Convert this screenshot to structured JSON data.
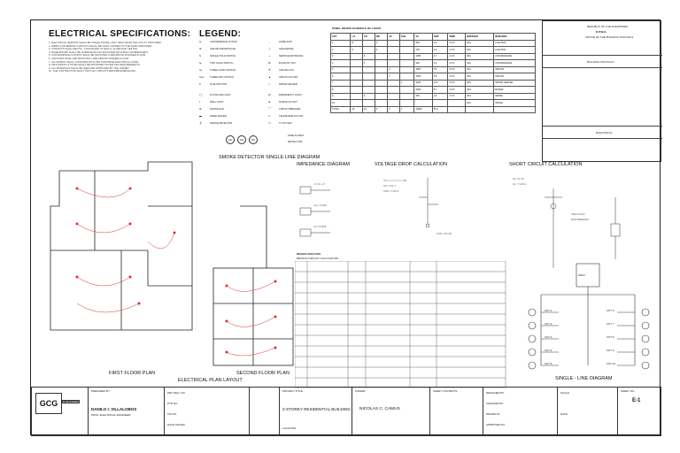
{
  "specs": {
    "title": "ELECTRICAL SPECIFICATIONS:",
    "lines": [
      "1. ELECTRICAL SERVICE SHALL BE SINGLE PHASE, 230V, 60HZ FROM THE UTILITY PROVIDER.",
      "2. WIRES FOR BRANCH CIRCUITS SHALL BE THHN COPPER OF THE SIZES INDICATED.",
      "3. CONDUITS SHALL BE PVC, CONCEALED IN WALLS, SLABS AND CEILING.",
      "4. PANELBOARD SHALL BE SURFACE/FLUSH MOUNTED WITH BOLT-ON BREAKERS.",
      "5. CONVENIENCE OUTLETS SHALL BE MOUNTED 0.30M ABOVE FINISHED FLOOR.",
      "6. SWITCHES SHALL BE MOUNTED 1.40M ABOVE FINISHED FLOOR.",
      "7. ALL WORKS SHALL CONFORM WITH THE PHILIPPINE ELECTRICAL CODE.",
      "8. GROUNDING SYSTEM SHALL BE PROVIDED AS PER PEC REQUIREMENTS.",
      "9. ALL MATERIALS SHALL BE NEW AND APPROVED BY THE OWNER.",
      "10. THE CONTRACTOR SHALL TEST ALL CIRCUITS BEFORE ENERGIZING."
    ]
  },
  "legend": {
    "title": "LEGEND:",
    "left": [
      "CONVENIENCE OUTLET",
      "CEILING RECEPTACLE",
      "SINGLE POLE SWITCH",
      "TWO GANG SWITCH",
      "THREE GANG SWITCH",
      "THREE WAY SWITCH",
      "PUSH BUTTON",
      "FLUSH LED LIGHT",
      "WALL LIGHT",
      "DOWNLIGHT",
      "PANEL BOARD",
      "SMOKE DETECTOR"
    ],
    "right": [
      "HOME RUN",
      "GROUNDING",
      "SERVICE ENTRANCE",
      "EXHAUST FAN",
      "CEILING FAN",
      "AIRCON OUTLET",
      "WATER HEATER",
      "EMERGENCY LIGHT",
      "RANGE OUTLET",
      "CIRCUIT BREAKER",
      "TELEPHONE OUTLET",
      "TV OUTLET"
    ],
    "smoke_symbols": [
      "SD",
      "SD",
      "SD"
    ],
    "smoke_notes": [
      "FIRE ALARM",
      "DETECTOR"
    ]
  },
  "smoke_title": "SMOKE DETECTOR SINGLE LINE DIAGRAM",
  "panel_schedule": {
    "title": "PANEL BOARD SCHEDULE OF LOADS",
    "headers": [
      "CKT",
      "LO",
      "CO",
      "SW",
      "AC",
      "FAN",
      "VA",
      "AMP",
      "WIRE",
      "BREAKER",
      "REMARKS"
    ],
    "rows": [
      [
        "1",
        "8",
        "",
        "2",
        "",
        "",
        "800",
        "3.5",
        "2-3.5",
        "20A",
        "LIGHTING"
      ],
      [
        "2",
        "6",
        "",
        "3",
        "",
        "",
        "700",
        "3.0",
        "2-3.5",
        "20A",
        "LIGHTING"
      ],
      [
        "3",
        "",
        "6",
        "",
        "",
        "",
        "1080",
        "4.7",
        "2-3.5",
        "20A",
        "CONVENIENCE"
      ],
      [
        "4",
        "",
        "5",
        "",
        "",
        "",
        "900",
        "3.9",
        "2-3.5",
        "20A",
        "CONVENIENCE"
      ],
      [
        "5",
        "",
        "",
        "",
        "1",
        "",
        "1500",
        "6.5",
        "2-5.5",
        "30A",
        "AIRCON"
      ],
      [
        "6",
        "",
        "",
        "",
        "1",
        "",
        "1500",
        "6.5",
        "2-5.5",
        "30A",
        "AIRCON"
      ],
      [
        "7",
        "",
        "",
        "",
        "",
        "1",
        "3000",
        "13.0",
        "2-5.5",
        "30A",
        "WATER HEATER"
      ],
      [
        "8",
        "",
        "",
        "",
        "",
        "",
        "2000",
        "8.7",
        "2-5.5",
        "30A",
        "RANGE"
      ],
      [
        "9",
        "",
        "2",
        "",
        "",
        "",
        "360",
        "1.6",
        "2-3.5",
        "20A",
        "SPARE"
      ],
      [
        "10",
        "",
        "",
        "",
        "",
        "",
        "",
        "",
        "",
        "20A",
        "SPACE"
      ],
      [
        "TOTAL",
        "14",
        "13",
        "5",
        "2",
        "1",
        "11840",
        "51.5",
        "",
        "",
        ""
      ]
    ]
  },
  "impedance_title": "IMPEDANCE DIAGRAM",
  "voltage_drop_title": "VOLTAGE DROP CALCULATION",
  "short_circuit_title": "SHORT CIRCUIT CALCULATION",
  "design_analysis": {
    "title": "DESIGN ANALYSIS",
    "subtitle": "BRANCH CIRCUIT CALCULATION"
  },
  "plans": {
    "first_floor": "FIRST FLOOR PLAN",
    "second_floor": "SECOND FLOOR PLAN",
    "layout_title": "ELECTRICAL PLAN LAYOUT"
  },
  "single_line": {
    "title": "SINGLE - LINE DIAGRAM",
    "left_loads": [
      "CKT 1",
      "CKT 2",
      "CKT 3",
      "CKT 4",
      "CKT 5"
    ],
    "right_loads": [
      "CKT 6",
      "CKT 7",
      "CKT 8",
      "CKT 9",
      "CKT 10"
    ],
    "main_label": "MAIN"
  },
  "right_panel": {
    "republic": "REPUBLIC OF THE PHILIPPINES",
    "dpwh": "D.P.W.H.",
    "office": "OFFICE OF THE BUILDING OFFICIALS",
    "building_officials": "BUILDING OFFICIALS",
    "electrical": "ELECTRICAL"
  },
  "title_block": {
    "logo": "GCG",
    "logo_sub": "& associates",
    "prepared_by_label": "PREPARED BY",
    "engineer": "DANILO I. VILLALOBOS",
    "engineer_title": "PROF. ELECTRICAL ENGINEER",
    "prc_label": "PRC REG. NO.",
    "ptr_label": "PTR NO.",
    "tin_label": "TIN NO.",
    "date_issued_label": "DATE ISSUED",
    "project_label": "PROJECT TITLE",
    "project": "2-STOREY RESIDENTIAL BUILDING",
    "location_label": "LOCATION",
    "owner_label": "OWNER",
    "owner": "NICOLAS C. CAMUS",
    "sheet_content_label": "SHEET CONTENTS",
    "sheet_no_label": "SHEET NO.",
    "sheet_no": "E-1",
    "designed_label": "DESIGNED BY",
    "checked_label": "CHECKED BY",
    "drawn_label": "DRAWN BY",
    "approved_label": "APPROVED BY",
    "scale_label": "SCALE",
    "date_label": "DATE"
  }
}
